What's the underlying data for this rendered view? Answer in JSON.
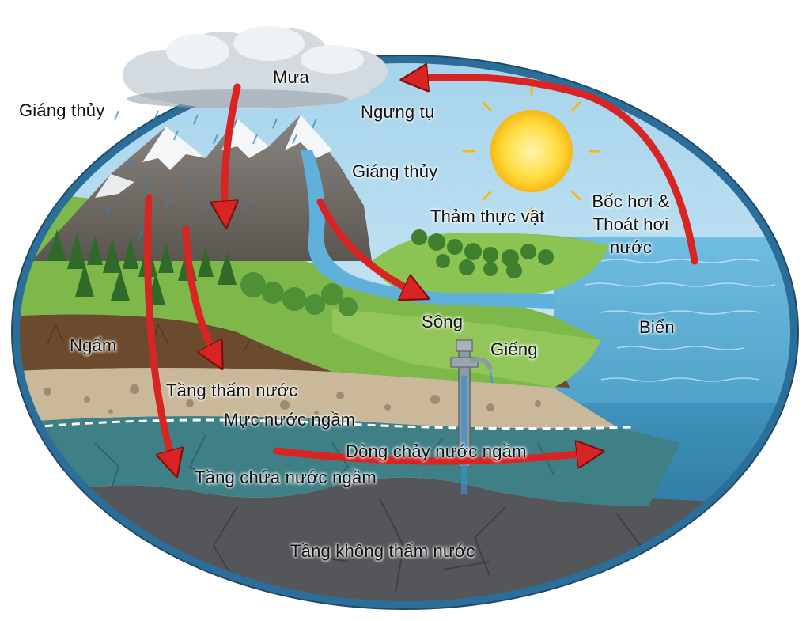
{
  "diagram": {
    "labels": {
      "rain": "Mưa",
      "precipitation_left": "Giáng thủy",
      "condensation": "Ngưng tụ",
      "precipitation_mountain": "Giáng thủy",
      "vegetation": "Thảm thực vật",
      "evapotranspiration": "Bốc hơi &\nThoát hơi\nnước",
      "river": "Sông",
      "well": "Giếng",
      "sea": "Biển",
      "infiltration": "Ngấm",
      "permeable_layer": "Tầng thấm nước",
      "water_table": "Mực nước ngầm",
      "groundwater_flow": "Dòng chảy nước ngầm",
      "aquifer": "Tầng chứa nước ngầm",
      "impermeable_layer": "Tầng không thấm nước"
    },
    "colors": {
      "arrow": "#d92424",
      "sky": "#bfe2f2",
      "sea": "#3f9cc9",
      "grass": "#7fb84a",
      "soil": "#6b4a2e",
      "gravel": "#c9b99a",
      "aquifer": "#3f7f86",
      "bedrock": "#55565a",
      "border": "#2b6e9a"
    }
  }
}
